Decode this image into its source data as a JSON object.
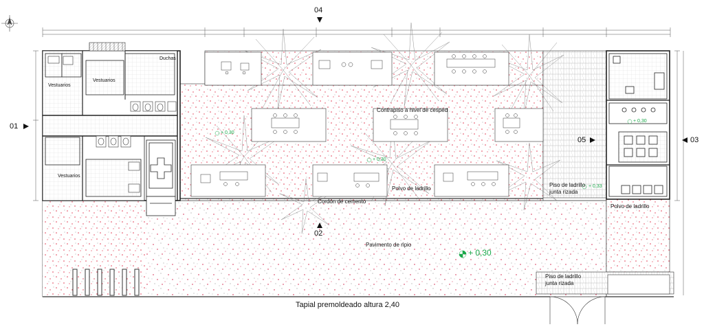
{
  "plan": {
    "title": "Tapial premoldeado altura 2,40",
    "labels": {
      "contrapiso": "Contrapiso a nivel de cesped",
      "polvo_ladrillo_center": "Polvo de ladrillo",
      "cordon": "Cordón de cemento",
      "pavimento": "Pavimento de ripio",
      "piso_ladrillo_right": "Piso de ladrillo",
      "junta_right": "junta rizada",
      "polvo_ladrillo_right": "Polvo de ladrillo",
      "piso_ladrillo_bottom": "Piso de ladrillo",
      "junta_bottom": "junta rizada",
      "vestuarios_1": "Vestuarios",
      "vestuarios_2": "Vestuarios",
      "vestuarios_3": "Vestuarios",
      "duchas": "Duchas"
    },
    "levels": {
      "big": "+ 0,30",
      "small_a": "+ 0,30",
      "small_b": "+ 0,30",
      "small_c": "+ 0,33",
      "small_d": "+ 0,30"
    },
    "section_marks": {
      "m01": "01",
      "m02": "02",
      "m03": "03",
      "m04": "04",
      "m05": "05"
    }
  }
}
